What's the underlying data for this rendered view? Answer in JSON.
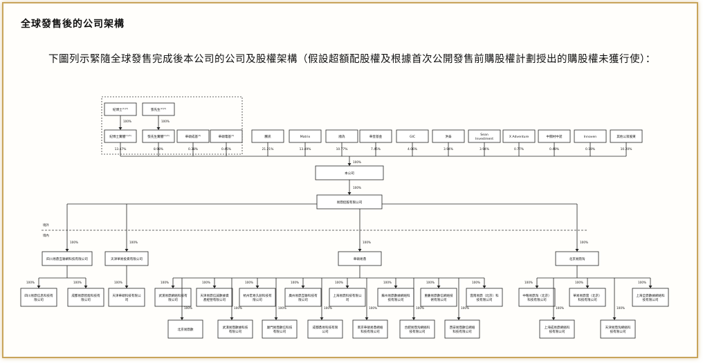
{
  "section_title": "全球發售後的公司架構",
  "intro_text": "下圖列示緊隨全球發售完成後本公司的公司及股權架構（假設超額配股權及根據首次公開發售前購股權計劃授出的購股權未獲行使）：",
  "labels": {
    "offshore": "境外",
    "onshore": "境內"
  },
  "top_holders": [
    {
      "id": "owner1",
      "label": "紀博士",
      "note": "(1)(3)",
      "stake": "100%"
    },
    {
      "id": "owner2",
      "label": "張先生",
      "note": "(2)(3)",
      "stake": "100%"
    }
  ],
  "shareholders": [
    {
      "label": "紀博士實體",
      "note": "(1)(3)",
      "pct": "13.47%"
    },
    {
      "label": "張先生實體",
      "note": "(2)(3)",
      "pct": "8.98%"
    },
    {
      "label": "華碩成基",
      "note": "(3)",
      "pct": "0.38%"
    },
    {
      "label": "華碩電基",
      "note": "(3)",
      "pct": "0.45%"
    },
    {
      "label": "騰訊",
      "note": "",
      "pct": "21.21%"
    },
    {
      "label": "Matrix",
      "note": "",
      "pct": "13.49%"
    },
    {
      "label": "順為",
      "note": "",
      "pct": "10.77%"
    },
    {
      "label": "華登基金",
      "note": "",
      "pct": "7.45%"
    },
    {
      "label": "GIC",
      "note": "",
      "pct": "4.06%"
    },
    {
      "label": "洪泰",
      "note": "",
      "pct": "3.94%"
    },
    {
      "label": "Sean Investment",
      "note": "",
      "pct": "3.94%"
    },
    {
      "label": "X Adventure",
      "note": "",
      "pct": "0.77%"
    },
    {
      "label": "中關村中諾",
      "note": "",
      "pct": "0.49%"
    },
    {
      "label": "Innoven",
      "note": "",
      "pct": "0.19%"
    },
    {
      "label": "其他公眾股東",
      "note": "",
      "pct": "10.20%"
    }
  ],
  "company": {
    "label": "本公司",
    "stake": "100%"
  },
  "holdco": {
    "label": "易鼎控股有限公司",
    "stake": "100%"
  },
  "level1": [
    {
      "label": "四川易鼎互聯網科技有限公司",
      "stake": "100%"
    },
    {
      "label": "天津華易投資有限公司",
      "stake": "100%"
    },
    {
      "label": "華碩易鼎",
      "stake": "100%"
    },
    {
      "label": "北京易鼎淘",
      "stake": "100%"
    }
  ],
  "level2": [
    {
      "parent": 0,
      "label": "四川易鼎信息科技有限公司",
      "stake": "100%"
    },
    {
      "parent": 0,
      "label": "成都易鼎智能科技有限公司",
      "stake": "100%"
    },
    {
      "parent": 1,
      "label": "天津華碩科技有限公司",
      "stake": "100%"
    },
    {
      "parent": 2,
      "label": "武漢易鼎網絡科技有限公司",
      "stake": "100%"
    },
    {
      "parent": 2,
      "label": "天津易鼎信誠數據資產經營有限公司",
      "stake": "100%"
    },
    {
      "parent": 2,
      "label": "杭州宏易久創科技有限公司",
      "stake": "100%"
    },
    {
      "parent": 2,
      "label": "廣州易鼎互聯科技有限公司",
      "stake": "100%"
    },
    {
      "parent": 2,
      "label": "上海易鼎科技有限公司",
      "stake": "100%"
    },
    {
      "parent": 2,
      "label": "蘇州易鼎數據網絡科技有限公司",
      "stake": "100%"
    },
    {
      "parent": 2,
      "label": "重慶易鼎數信網絡技術有限公司",
      "stake": "100%"
    },
    {
      "parent": 2,
      "label": "雲南易鼎（北京）科技有限公司",
      "stake": "100%"
    },
    {
      "parent": 3,
      "label": "中略易鼎淘（北京）科技有限公司",
      "stake": "100%"
    },
    {
      "parent": 3,
      "label": "華易易鼎雲（北京）科技有限公司",
      "stake": "100%"
    },
    {
      "parent": 3,
      "label": "上海全鼎數據網絡科技有限公司",
      "stake": "100%"
    }
  ],
  "level3": [
    {
      "parent": 2,
      "label": "北京易鼎數",
      "stake": "100%"
    },
    {
      "parent": 2,
      "label": "武漢易鼎數據科技有限公司",
      "stake": "100%"
    },
    {
      "parent": 2,
      "label": "廈門易鼎數信科技有限公司",
      "stake": "100%"
    },
    {
      "parent": 2,
      "label": "成都鼎易科技有限公司",
      "stake": "100%"
    },
    {
      "parent": 2,
      "label": "南京華碩易鼎網絡科技有限公司",
      "stake": "100%"
    },
    {
      "parent": 2,
      "label": "合肥易鼎淘網絡科技有限公司",
      "stake": "100%"
    },
    {
      "parent": 2,
      "label": "西安易鼎數信網絡科技有限公司",
      "stake": "100%"
    },
    {
      "parent": 3,
      "label": "上海成易鼎網絡科技有限公司",
      "stake": "100%"
    },
    {
      "parent": 3,
      "label": "天津易鼎淘網絡科技有限公司",
      "stake": "100%"
    }
  ]
}
